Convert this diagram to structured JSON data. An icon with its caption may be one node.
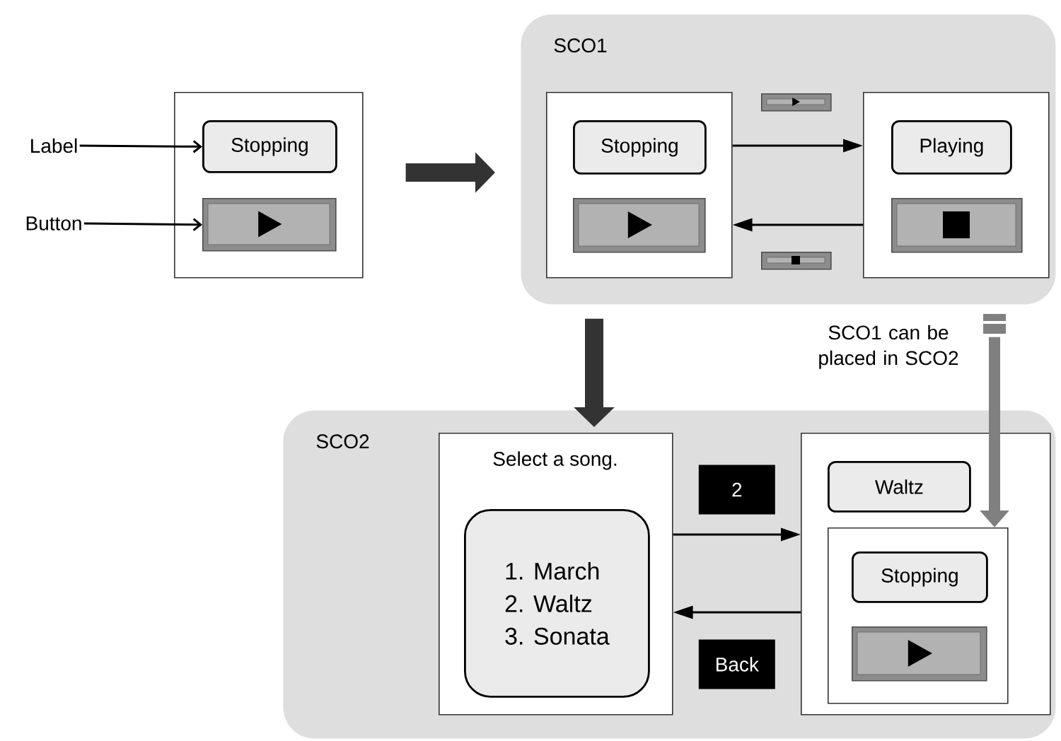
{
  "diagram": {
    "nodes": [
      {
        "text": [
          "Label"
        ]
      },
      {
        "text": [
          "Button"
        ]
      },
      {
        "text": [],
        "shape": "box"
      },
      {
        "text": [
          "Stopping"
        ],
        "in": 2
      },
      {
        "text": [],
        "shape": "box",
        "in": 2
      },
      {
        "text": [
          "SCO1"
        ]
      },
      {
        "text": [],
        "shape": "box",
        "in": 5
      },
      {
        "text": [
          "Stopping"
        ],
        "in": 6
      },
      {
        "text": [],
        "shape": "box",
        "in": 6
      },
      {
        "text": [],
        "shape": "box",
        "in": 5
      },
      {
        "text": [
          "Playing"
        ],
        "in": 9
      },
      {
        "text": [],
        "shape": "box",
        "in": 9
      },
      {
        "text": [],
        "shape": "box",
        "in": 5
      },
      {
        "text": [],
        "shape": "box",
        "in": 5
      },
      {
        "text": [
          "SCO2"
        ]
      },
      {
        "text": [
          "Select a song."
        ],
        "in": 14
      },
      {
        "text": [
          "1. March",
          "2. Waltz",
          "3. Sonata"
        ],
        "in": 15
      },
      {
        "text": [],
        "shape": "box",
        "in": 14
      },
      {
        "text": [
          "Waltz"
        ],
        "in": 17
      },
      {
        "text": [],
        "shape": "box",
        "in": 17
      },
      {
        "text": [
          "Stopping"
        ],
        "in": 19
      },
      {
        "text": [],
        "shape": "box",
        "in": 19
      }
    ],
    "edges": [
      {
        "from": 0,
        "to": 3,
        "arrow": "to"
      },
      {
        "from": 1,
        "to": 4,
        "arrow": "to"
      },
      {
        "from": 2,
        "to": 5,
        "arrow": "to",
        "style": "thick",
        "color": "#333333"
      },
      {
        "from": 6,
        "to": 9,
        "arrow": "to"
      },
      {
        "from": 9,
        "to": 6,
        "arrow": "to"
      },
      {
        "from": 5,
        "to": 14,
        "arrow": "to",
        "style": "thick",
        "color": "#333333"
      },
      {
        "from": 5,
        "to": 19,
        "arrow": "to",
        "style": "thick",
        "color": "#808080",
        "label": "SCO1 can be placed in SCO2"
      },
      {
        "from": 15,
        "to": 17,
        "arrow": "to",
        "label": "2"
      },
      {
        "from": 17,
        "to": 15,
        "arrow": "to",
        "label": "Back"
      }
    ]
  }
}
